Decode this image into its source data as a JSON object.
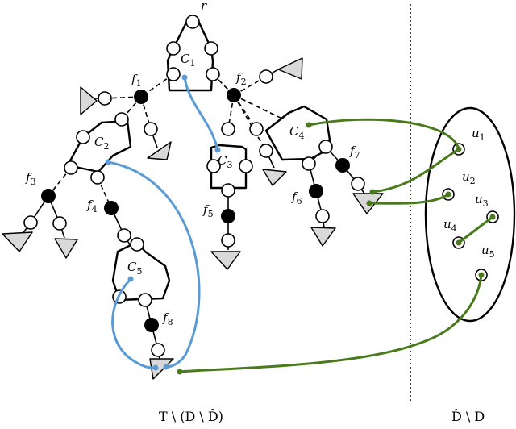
{
  "figure": {
    "root_label": "r",
    "component_labels": [
      "C1",
      "C2",
      "C3",
      "C4",
      "C5"
    ],
    "f_labels": [
      "f1",
      "f2",
      "f3",
      "f4",
      "f5",
      "f6",
      "f7",
      "f8"
    ],
    "u_labels": [
      "u1",
      "u2",
      "u3",
      "u4",
      "u5"
    ],
    "left_caption": "T \\ (D \\ D̂)",
    "right_caption": "D̂ \\ D"
  },
  "colors": {
    "blue_edge": "#5b9bd5",
    "green_edge": "#4a7a1c",
    "node_fill": "#ffffff",
    "black_node": "#000000",
    "triangle_fill": "#d9d9d9"
  }
}
